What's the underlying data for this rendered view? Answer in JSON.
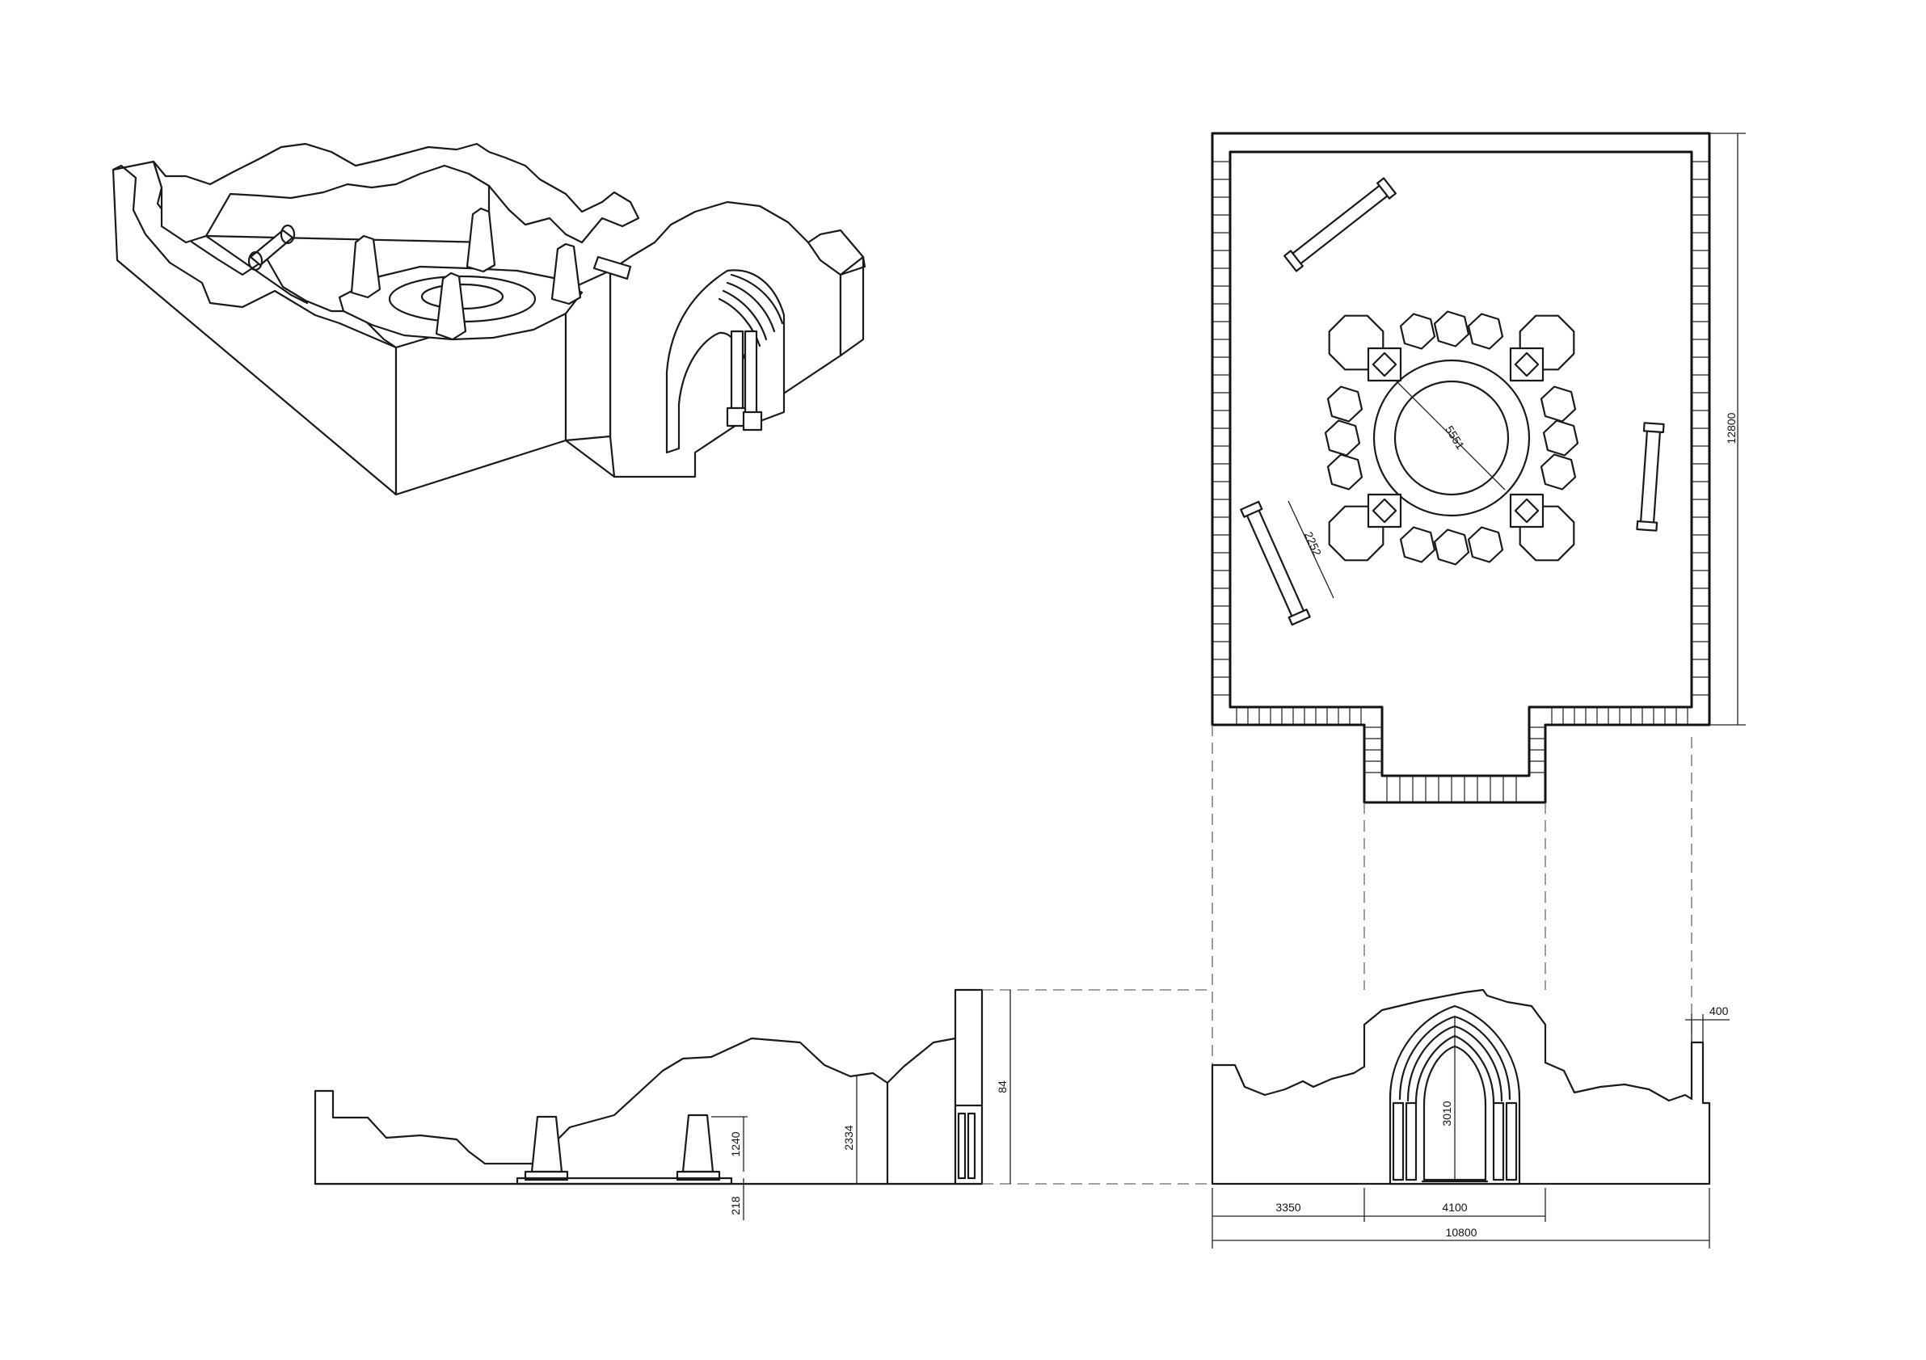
{
  "drawing": {
    "plan": {
      "dims": {
        "depth": "12800",
        "altar_diameter": "5551",
        "column_length": "2252"
      }
    },
    "front_elevation": {
      "dims": {
        "left_width": "3350",
        "arch_width": "4100",
        "total_width": "10800",
        "arch_height": "3010",
        "wall_thickness": "400"
      }
    },
    "side_elevation": {
      "dims": {
        "height": "84",
        "wall_height": "2334",
        "pillar_height": "1240",
        "base_height": "218"
      }
    }
  }
}
